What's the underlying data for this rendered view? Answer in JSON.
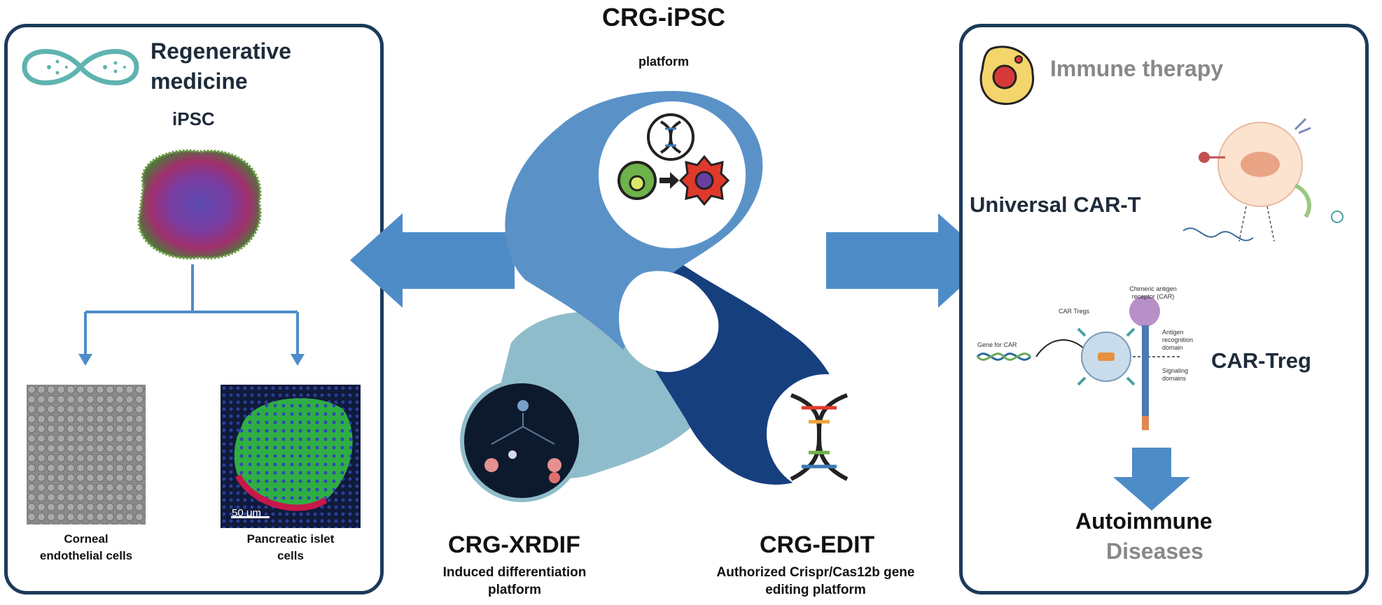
{
  "center": {
    "title": "CRG-iPSC",
    "subtitle": "platform",
    "left_node_title": "CRG-XRDIF",
    "left_node_caption_1": "Induced differentiation",
    "left_node_caption_2": "platform",
    "right_node_title": "CRG-EDIT",
    "right_node_caption_1": "Authorized Crispr/Cas12b gene",
    "right_node_caption_2": "editing platform"
  },
  "left_panel": {
    "title_1": "Regenerative",
    "title_2": "medicine",
    "ipsc_label": "iPSC",
    "cell_a_1": "Corneal",
    "cell_a_2": "endothelial cells",
    "cell_b_1": "Pancreatic islet",
    "cell_b_2": "cells",
    "scale_bar": "50 μm"
  },
  "right_panel": {
    "title": "Immune therapy",
    "car_t": "Universal CAR-T",
    "car_treg": "CAR-Treg",
    "result_1": "Autoimmune",
    "result_2": "Diseases",
    "treg_labels": {
      "receptor": "Chimeric antigen receptor (CAR)",
      "cells": "CAR Tregs",
      "gene": "Gene for CAR",
      "antigen": "Antigen recognition domain",
      "signaling": "Signaling domains"
    }
  },
  "colors": {
    "panel_border": "#1c3a5a",
    "arrow": "#4e8cc8",
    "loop_mid": "#5a92c8",
    "loop_dark": "#163f7e",
    "loop_light": "#8fbccb",
    "green_cell": "#6db24a",
    "red_cell": "#e0392b"
  }
}
